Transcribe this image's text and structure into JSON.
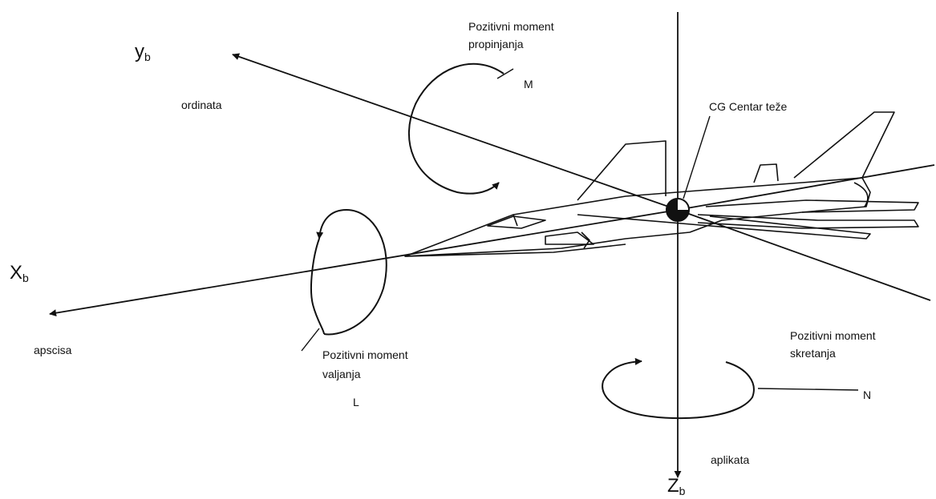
{
  "axes": {
    "x": {
      "main": "X",
      "sub": "b",
      "name": "apscisa"
    },
    "y": {
      "main": "y",
      "sub": "b",
      "name": "ordinata"
    },
    "z": {
      "main": "Z",
      "sub": "b",
      "name": "aplikata"
    }
  },
  "moments": {
    "pitch": {
      "line1": "Pozitivni moment",
      "line2": "propinjanja",
      "symbol": "M"
    },
    "roll": {
      "line1": "Pozitivni moment",
      "line2": "valjanja",
      "symbol": "L"
    },
    "yaw": {
      "line1": "Pozitivni moment",
      "line2": "skretanja",
      "symbol": "N"
    }
  },
  "cg_label": "CG Centar teže",
  "colors": {
    "line": "#111111",
    "background": "#ffffff"
  }
}
